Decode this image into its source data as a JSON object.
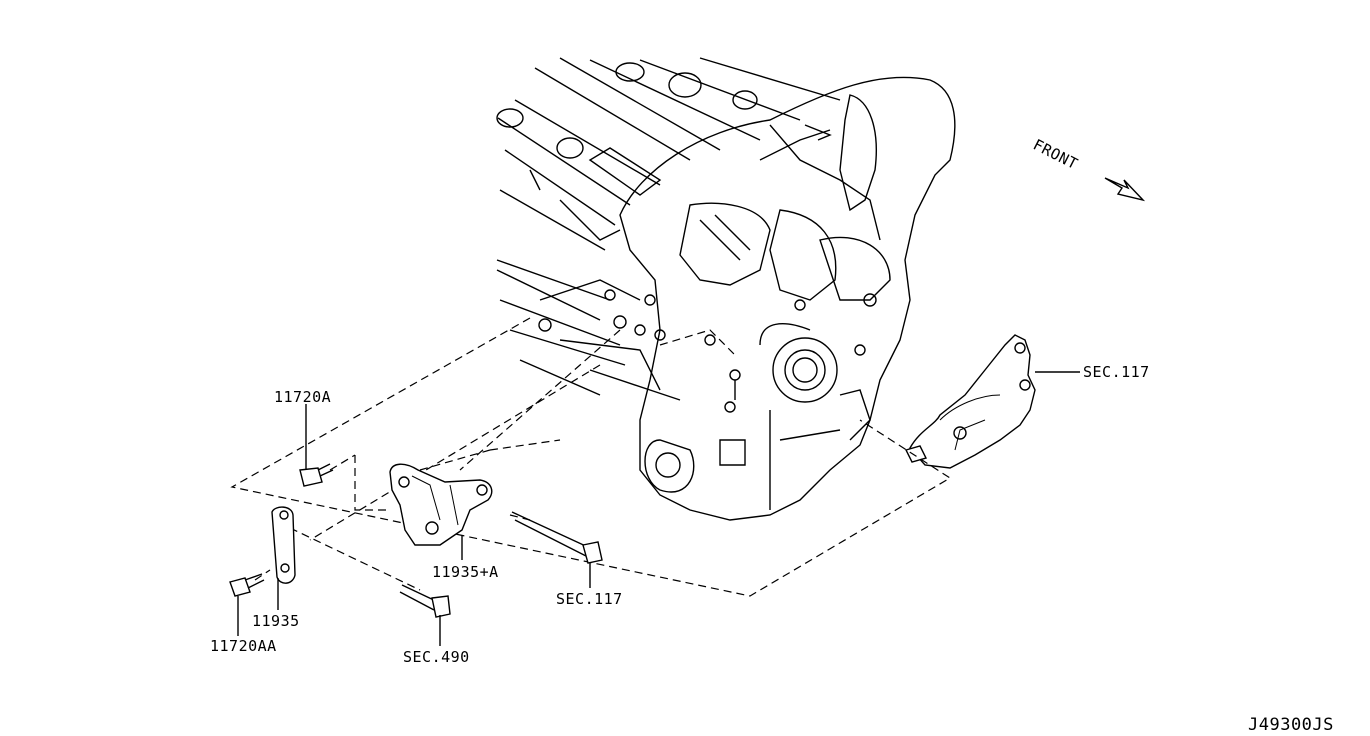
{
  "diagram": {
    "front_label": "FRONT",
    "callouts": [
      {
        "id": "c1",
        "text": "11720A"
      },
      {
        "id": "c2",
        "text": "11935+A"
      },
      {
        "id": "c3",
        "text": "SEC.117"
      },
      {
        "id": "c4",
        "text": "11935"
      },
      {
        "id": "c5",
        "text": "11720AA"
      },
      {
        "id": "c6",
        "text": "SEC.490"
      },
      {
        "id": "c7",
        "text": "SEC.117"
      }
    ],
    "drawing_code": "J49300JS"
  }
}
